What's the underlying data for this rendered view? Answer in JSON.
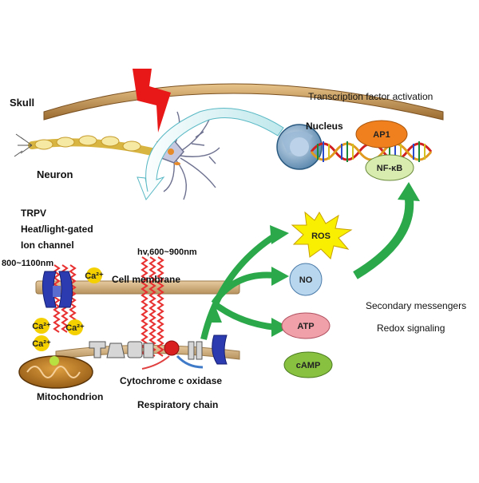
{
  "labels": {
    "skull": "Skull",
    "neuron": "Neuron",
    "nucleus": "Nucleus",
    "transcription": "Transcription factor activation",
    "ap1": "AP1",
    "nfkb": "NF-κB",
    "trpv": "TRPV",
    "heat_gated": "Heat/light-gated",
    "ion_channel": "Ion channel",
    "wavelength_ir": "800~1100nm",
    "wavelength_red": "hv,600~900nm",
    "cell_membrane": "Cell membrane",
    "ca2_1": "Ca²⁺",
    "ca2_2": "Ca²⁺",
    "ca2_3": "Ca²⁺",
    "ca2_4": "Ca²⁺",
    "ros": "ROS",
    "no": "NO",
    "atp": "ATP",
    "camp": "cAMP",
    "secondary_messengers": "Secondary messengers",
    "redox_signaling": "Redox signaling",
    "cytochrome": "Cytochrome c oxidase",
    "mitochondrion": "Mitochondrion",
    "respiratory_chain": "Respiratory chain"
  },
  "colors": {
    "arrow_green": "#2aa84a",
    "laser_red": "#e81818",
    "ros_fill": "#f8f000",
    "no_fill": "#b8d6ee",
    "atp_fill": "#f0a0a8",
    "camp_fill": "#88c040",
    "ap1_fill": "#f0801e",
    "nfkb_fill": "#d8ecb0",
    "skull_fill": "#c89a5a",
    "membrane_fill": "#d9b98c"
  }
}
